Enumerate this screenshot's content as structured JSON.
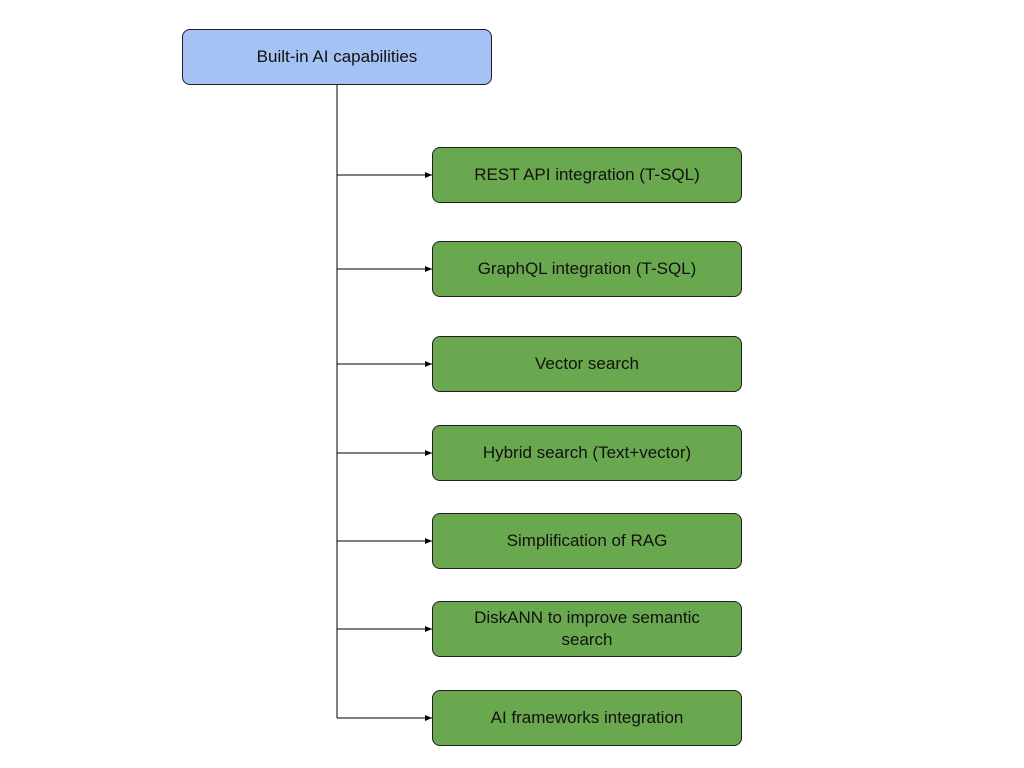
{
  "diagram": {
    "root": {
      "label": "Built-in AI capabilities",
      "fill": "#a4c2f4"
    },
    "child_fill": "#6aa84f",
    "line_color": "#000000",
    "children": [
      {
        "label": "REST API integration (T-SQL)"
      },
      {
        "label": "GraphQL integration (T-SQL)"
      },
      {
        "label": "Vector search"
      },
      {
        "label": "Hybrid search (Text+vector)"
      },
      {
        "label": "Simplification of RAG"
      },
      {
        "label": "DiskANN to improve semantic search"
      },
      {
        "label": "AI frameworks integration"
      }
    ]
  }
}
